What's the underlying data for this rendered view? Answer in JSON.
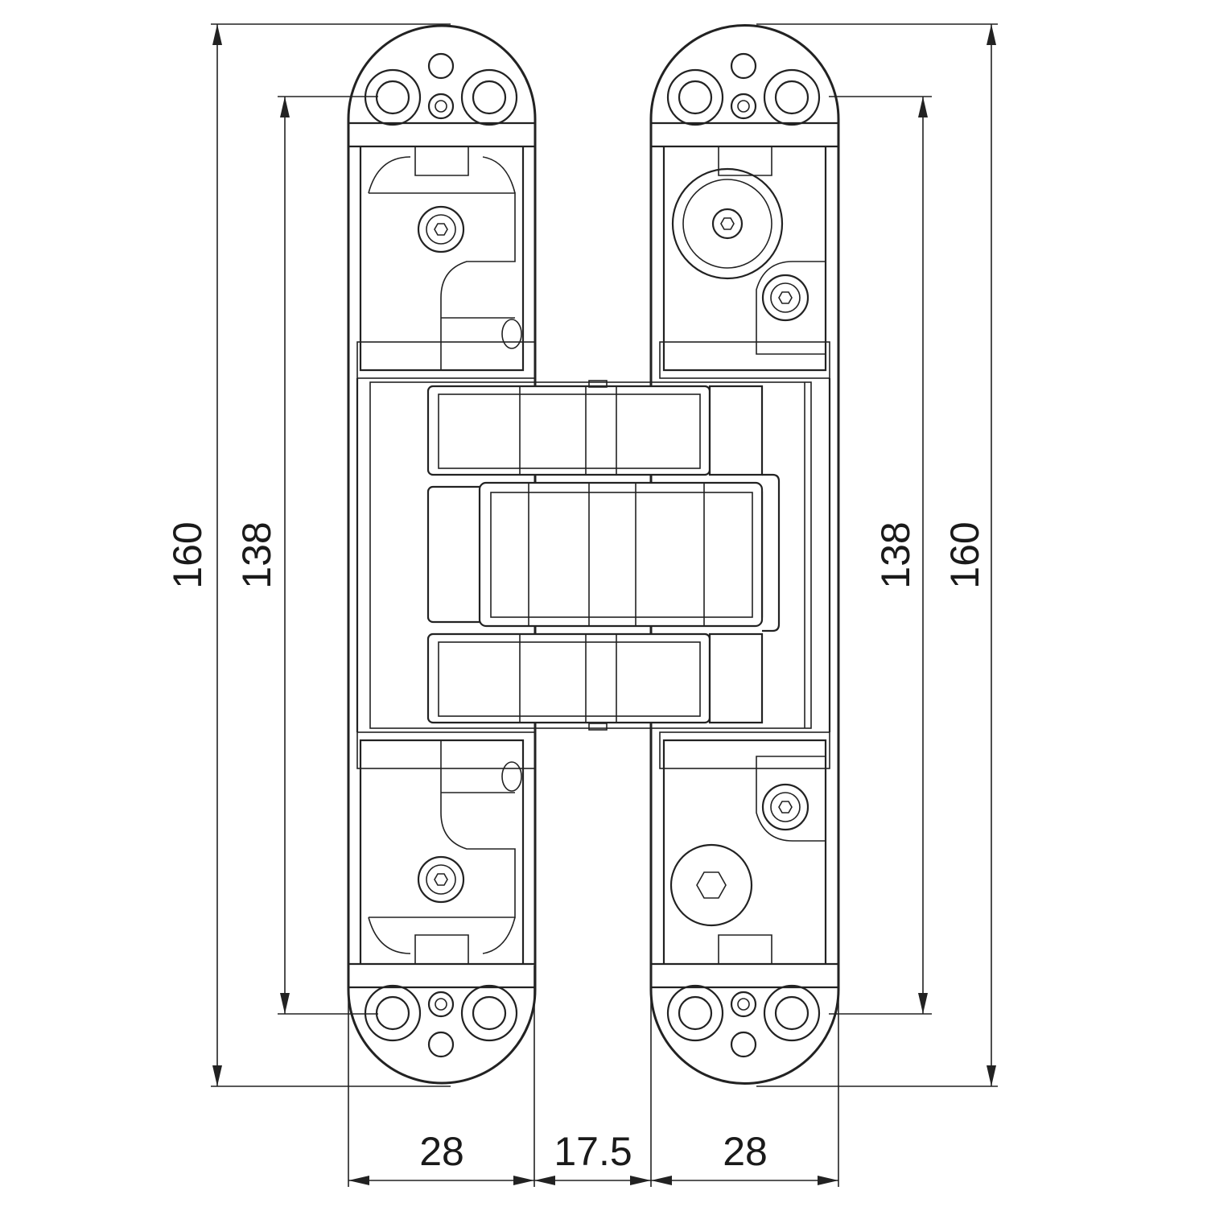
{
  "drawing": {
    "colors": {
      "line": "#222222",
      "background": "#ffffff"
    },
    "dimensions": {
      "overall_height_left": "160",
      "fixing_pitch_left": "138",
      "fixing_pitch_right": "138",
      "overall_height_right": "160",
      "left_plate_width": "28",
      "gap_width": "17.5",
      "right_plate_width": "28"
    }
  }
}
